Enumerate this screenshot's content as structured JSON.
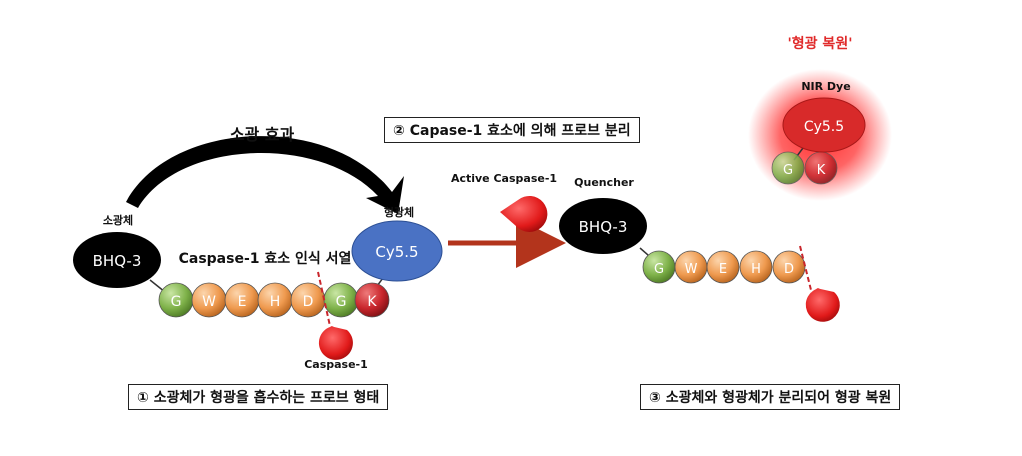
{
  "left": {
    "quencher_label": "소광체",
    "quencher_name": "BHQ-3",
    "fluor_label": "형광체",
    "fluor_name": "Cy5.5",
    "quench_effect_label": "소광 효과",
    "sequence_label": "Caspase-1 효소 인식 서열",
    "residues": [
      "G",
      "W",
      "E",
      "H",
      "D",
      "G",
      "K"
    ],
    "enzyme_label": "Caspase-1",
    "caption": "① 소광체가 형광을 흡수하는 프로브 형태"
  },
  "middle": {
    "step_box": "② Capase-1 효소에 의해 프로브 분리",
    "enzyme_label": "Active Caspase-1"
  },
  "right": {
    "quencher_label": "Quencher",
    "quencher_name": "BHQ-3",
    "residues": [
      "G",
      "W",
      "E",
      "H",
      "D"
    ],
    "restored_label": "'형광 복원'",
    "dye_label": "NIR Dye",
    "dye_name": "Cy5.5",
    "dye_residues": [
      "G",
      "K"
    ],
    "caption": "③ 소광체와 형광체가 분리되어 형광 복원"
  },
  "colors": {
    "green": "#7fb24a",
    "orange": "#ef9a4f",
    "red": "#c9262c",
    "blue": "#4a72c4",
    "black": "#000000",
    "arrow": "#b3341c",
    "glow": "#ff2020"
  }
}
